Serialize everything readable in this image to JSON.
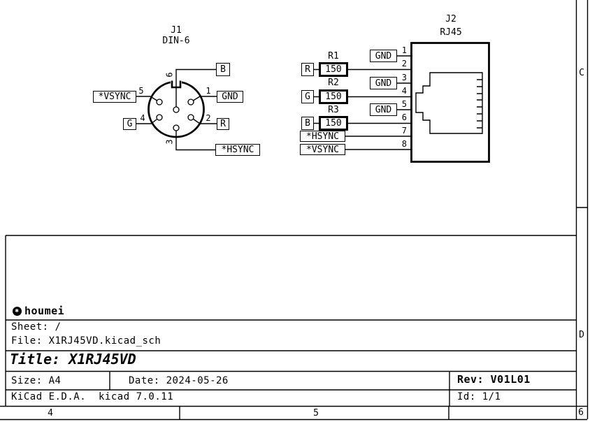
{
  "colors": {
    "ink": "#000000",
    "paper": "#ffffff"
  },
  "schematic": {
    "j1": {
      "ref": "J1",
      "part": "DIN-6",
      "pins": {
        "p1": "1",
        "p2": "2",
        "p3": "3",
        "p4": "4",
        "p5": "5",
        "p6": "6"
      },
      "nets": {
        "vsync": "*VSYNC",
        "gnd": "GND",
        "g": "G",
        "r": "R",
        "b": "B",
        "hsync": "*HSYNC"
      }
    },
    "j2": {
      "ref": "J2",
      "part": "RJ45",
      "pins": {
        "p1": "1",
        "p2": "2",
        "p3": "3",
        "p4": "4",
        "p5": "5",
        "p6": "6",
        "p7": "7",
        "p8": "8"
      },
      "nets": {
        "gnd1": "GND",
        "gnd2": "GND",
        "gnd3": "GND",
        "r": "R",
        "g": "G",
        "b": "B",
        "hsync": "*HSYNC",
        "vsync": "*VSYNC"
      }
    },
    "resistors": {
      "r1": {
        "ref": "R1",
        "value": "150"
      },
      "r2": {
        "ref": "R2",
        "value": "150"
      },
      "r3": {
        "ref": "R3",
        "value": "150"
      }
    }
  },
  "titleblock": {
    "org": "houmei",
    "org_icon": "✱",
    "sheet": "Sheet: /",
    "file": "File: X1RJ45VD.kicad_sch",
    "title": "Title: X1RJ45VD",
    "size": "Size: A4",
    "date": "Date: 2024-05-26",
    "rev": "Rev: V01L01",
    "tool": "KiCad E.D.A.  kicad 7.0.11",
    "id": "Id: 1/1"
  },
  "frame": {
    "row_c": "C",
    "row_d": "D",
    "col_4": "4",
    "col_5": "5",
    "col_6": "6"
  }
}
